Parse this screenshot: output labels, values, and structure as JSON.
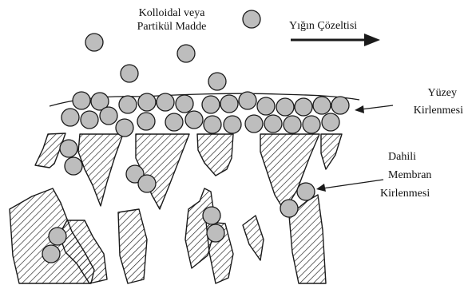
{
  "labels": {
    "colloid_line1": "Kolloidal veya",
    "colloid_line2": "Partikül Madde",
    "bulk_flow": "Yığın Çözeltisi",
    "surface_line1": "Yüzey",
    "surface_line2": "Kirlenmesi",
    "internal_line1": "Dahili",
    "internal_line2": "Membran",
    "internal_line3": "Kirlenmesi"
  },
  "colors": {
    "particle_fill": "#bdbdbd",
    "stroke": "#1a1a1a",
    "hatch": "#1a1a1a"
  }
}
